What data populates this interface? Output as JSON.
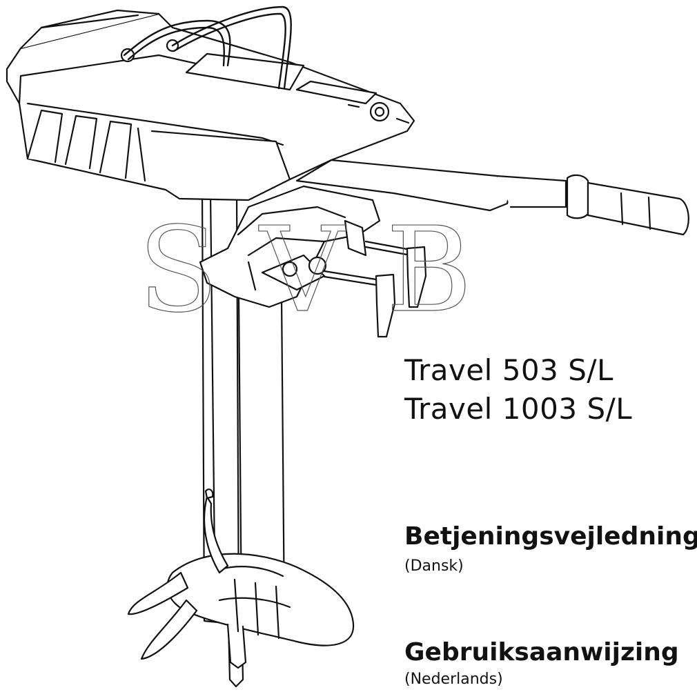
{
  "document": {
    "models": [
      "Travel 503 S/L",
      "Travel 1003 S/L"
    ],
    "watermark": "SVB",
    "sections": [
      {
        "title": "Betjeningsvejledning",
        "language": "(Dansk)"
      },
      {
        "title": "Gebruiksaanwijzing",
        "language": "(Nederlands)"
      }
    ]
  },
  "colors": {
    "ink": "#111111",
    "background": "#ffffff"
  },
  "icons": [
    "outboard-motor-illustration"
  ]
}
